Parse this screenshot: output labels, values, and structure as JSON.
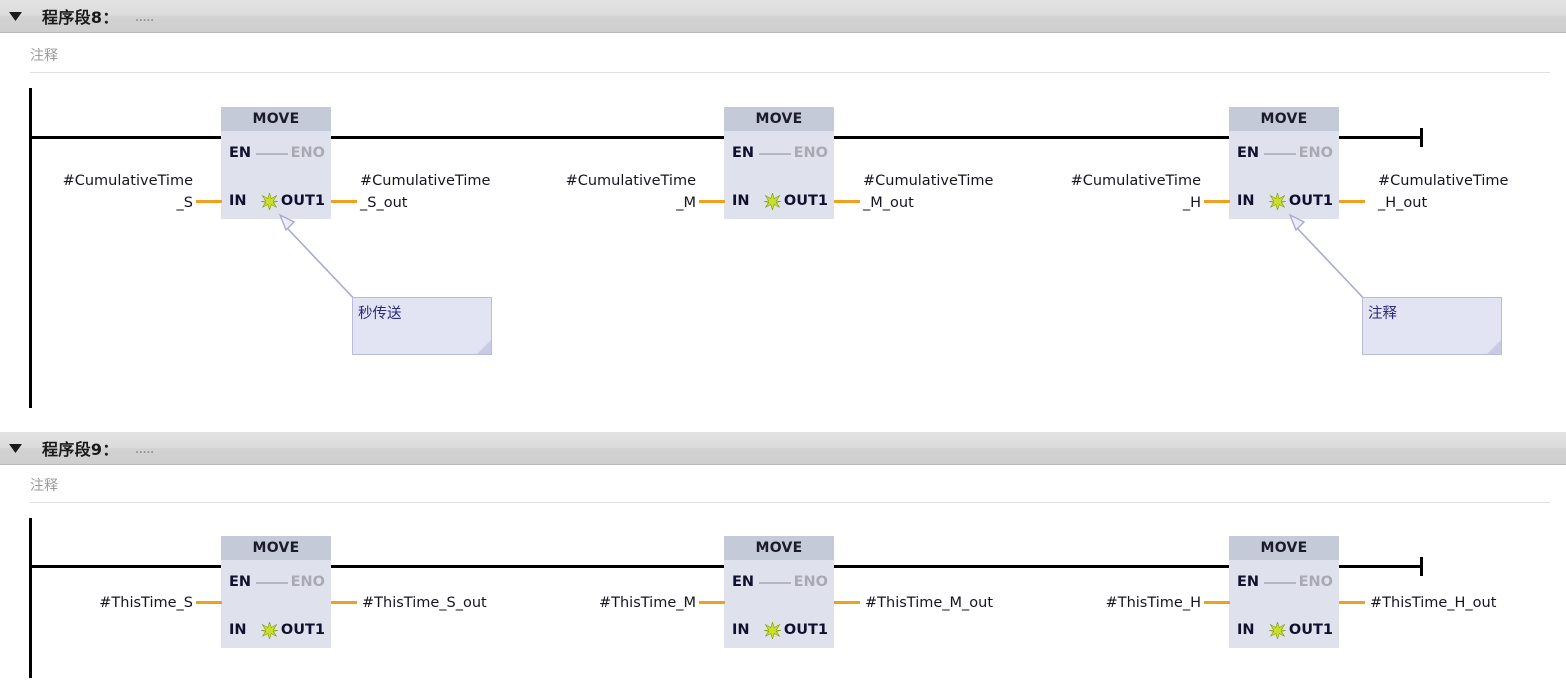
{
  "app": {
    "editor": "ladder-logic-editor",
    "accent_wire_color": "#f0a020",
    "rail_color": "#000000",
    "block_header_color": "#c5cad8",
    "block_body_color": "#dfe2ec",
    "callout_fill": "#e2e3f3",
    "callout_text_color": "#2a2a7a"
  },
  "networks": [
    {
      "id": "network-8",
      "title_prefix": "程序段",
      "number": "8",
      "colon": "：",
      "title_placeholder": ".....",
      "comment": "注释",
      "collapse_icon": "triangle-down-icon",
      "blocks": [
        {
          "name": "MOVE",
          "en": "EN",
          "eno": "ENO",
          "in": "IN",
          "out": "OUT1",
          "icon": "green-starburst-icon",
          "input_operand_line1": "#CumulativeTime",
          "input_operand_line2": "_S",
          "output_operand_line1": "#CumulativeTime",
          "output_operand_line2": "_S_out"
        },
        {
          "name": "MOVE",
          "en": "EN",
          "eno": "ENO",
          "in": "IN",
          "out": "OUT1",
          "icon": "green-starburst-icon",
          "input_operand_line1": "#CumulativeTime",
          "input_operand_line2": "_M",
          "output_operand_line1": "#CumulativeTime",
          "output_operand_line2": "_M_out"
        },
        {
          "name": "MOVE",
          "en": "EN",
          "eno": "ENO",
          "in": "IN",
          "out": "OUT1",
          "icon": "green-starburst-icon",
          "input_operand_line1": "#CumulativeTime",
          "input_operand_line2": "_H",
          "output_operand_line1": "#CumulativeTime",
          "output_operand_line2": "_H_out"
        }
      ],
      "callouts": [
        {
          "text": "秒传送"
        },
        {
          "text": "注释"
        }
      ]
    },
    {
      "id": "network-9",
      "title_prefix": "程序段",
      "number": "9",
      "colon": "：",
      "title_placeholder": ".....",
      "comment": "注释",
      "collapse_icon": "triangle-down-icon",
      "blocks": [
        {
          "name": "MOVE",
          "en": "EN",
          "eno": "ENO",
          "in": "IN",
          "out": "OUT1",
          "icon": "green-starburst-icon",
          "input_operand_line1": "#ThisTime_S",
          "input_operand_line2": "",
          "output_operand_line1": "#ThisTime_S_out",
          "output_operand_line2": ""
        },
        {
          "name": "MOVE",
          "en": "EN",
          "eno": "ENO",
          "in": "IN",
          "out": "OUT1",
          "icon": "green-starburst-icon",
          "input_operand_line1": "#ThisTime_M",
          "input_operand_line2": "",
          "output_operand_line1": "#ThisTime_M_out",
          "output_operand_line2": ""
        },
        {
          "name": "MOVE",
          "en": "EN",
          "eno": "ENO",
          "in": "IN",
          "out": "OUT1",
          "icon": "green-starburst-icon",
          "input_operand_line1": "#ThisTime_H",
          "input_operand_line2": "",
          "output_operand_line1": "#ThisTime_H_out",
          "output_operand_line2": ""
        }
      ],
      "callouts": []
    }
  ]
}
